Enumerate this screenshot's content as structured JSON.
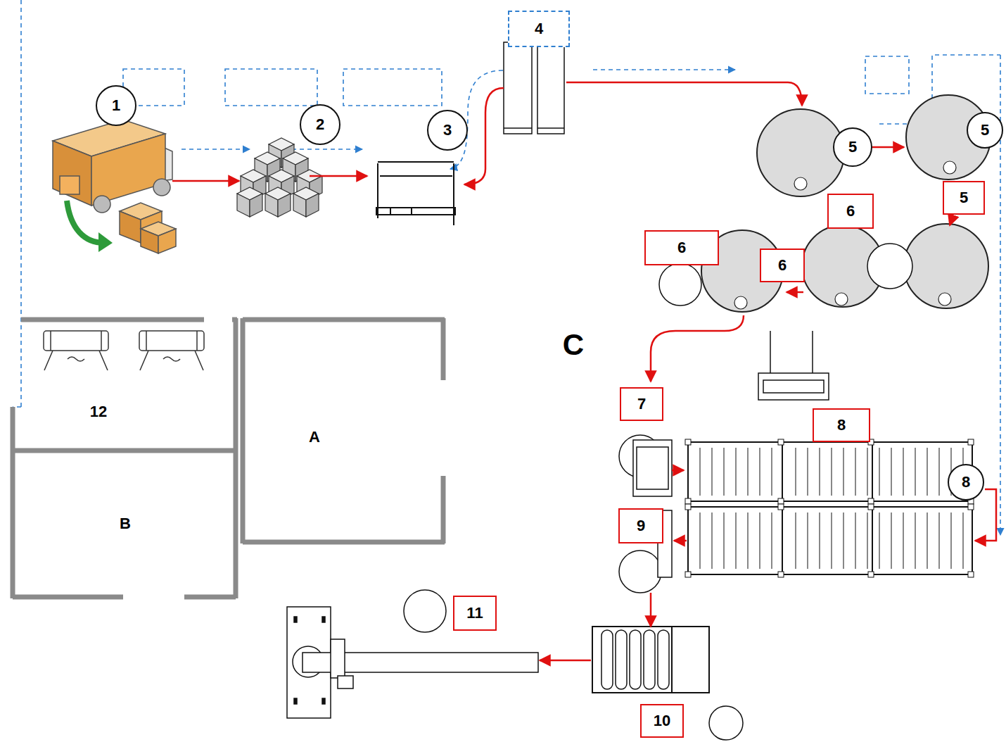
{
  "diagram": {
    "nodes": [
      {
        "text": [
          "1"
        ]
      },
      {
        "text": [
          "2"
        ]
      },
      {
        "text": [
          "3"
        ]
      },
      {
        "text": [
          "4"
        ]
      },
      {
        "text": [
          "5"
        ]
      },
      {
        "text": [
          "5"
        ]
      },
      {
        "text": [
          "6"
        ]
      },
      {
        "text": [
          "5"
        ]
      },
      {
        "text": [
          "6"
        ]
      },
      {
        "text": [
          "6"
        ]
      },
      {
        "text": [
          "7"
        ]
      },
      {
        "text": [
          "8"
        ]
      },
      {
        "text": [
          "8"
        ]
      },
      {
        "text": [
          "9"
        ]
      },
      {
        "text": [
          "11"
        ]
      },
      {
        "text": [
          "10"
        ]
      }
    ],
    "labels": [
      "C",
      "A",
      "B",
      "12"
    ]
  }
}
